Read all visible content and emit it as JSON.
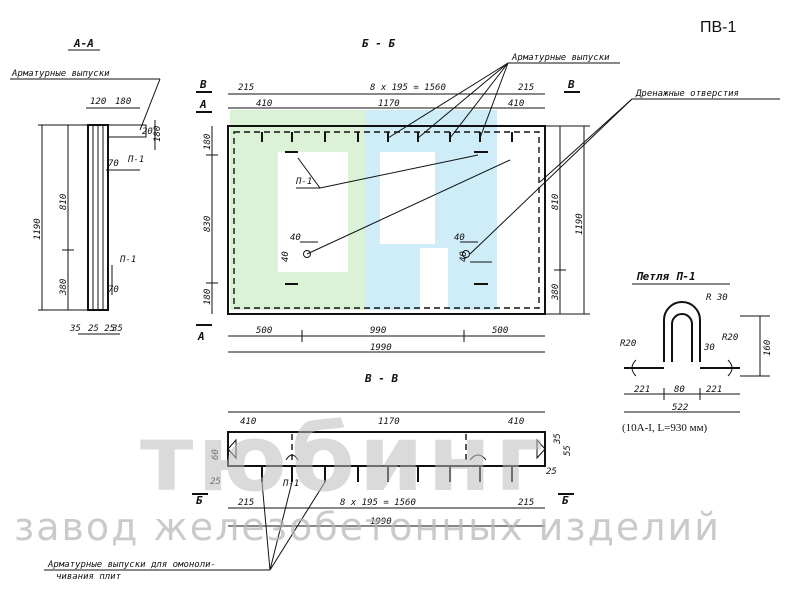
{
  "sheet_code": "ПВ-1",
  "sections": {
    "aa": "А-А",
    "bb": "Б - Б",
    "vv": "В - В"
  },
  "labels": {
    "rebar_outlets": "Арматурные выпуски",
    "drain_holes": "Дренажные отверстия",
    "rebar_outlets_monolith_1": "Арматурные выпуски для омоноли-",
    "rebar_outlets_monolith_2": "чивания плит",
    "loop_title": "Петля П-1",
    "loop_note": "(10А-I, L=930 мм)",
    "p1": "П-1",
    "letter_a": "А",
    "letter_b": "Б",
    "letter_v": "В"
  },
  "dims": {
    "d120": "120",
    "d180": "180",
    "d20": "20",
    "d70": "70",
    "d810": "810",
    "d1190": "1190",
    "d380": "380",
    "d35": "35",
    "d2525": "25 25",
    "d215": "215",
    "d8x195": "8 х 195 = 1560",
    "d410": "410",
    "d1170": "1170",
    "d830": "830",
    "d40": "40",
    "d500": "500",
    "d990": "990",
    "d1990": "1990",
    "d25": "25",
    "d60": "60",
    "d55": "55",
    "r30": "R 30",
    "r20": "R20",
    "d30": "30",
    "d160": "160",
    "d221": "221",
    "d80": "80",
    "d522": "522"
  },
  "watermark": {
    "brand": "тюбинг",
    "tagline": "завод железобетонных изделий"
  },
  "colors": {
    "line": "#111111",
    "logo_green": "#cfeeca",
    "logo_blue": "#bfe7f7"
  }
}
